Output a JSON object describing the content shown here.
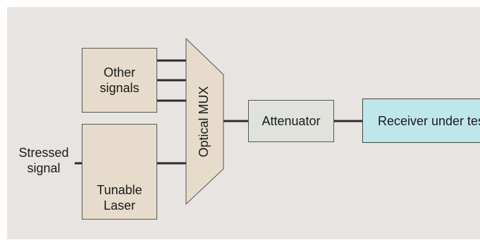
{
  "diagram": {
    "boxes": {
      "other_signals": "Other signals",
      "tunable_laser": "Tunable Laser",
      "optical_mux": "Optical MUX",
      "attenuator": "Attenuator",
      "receiver": "Receiver under test"
    },
    "input_label": "Stressed signal"
  },
  "colors": {
    "background": "#e8e4e2",
    "source_fill": "#e7dccb",
    "attenuator_fill": "#dfe3dc",
    "receiver_fill": "#bfe6ea",
    "diode_fill": "#808080",
    "tuning_arrow": "#e00000"
  }
}
